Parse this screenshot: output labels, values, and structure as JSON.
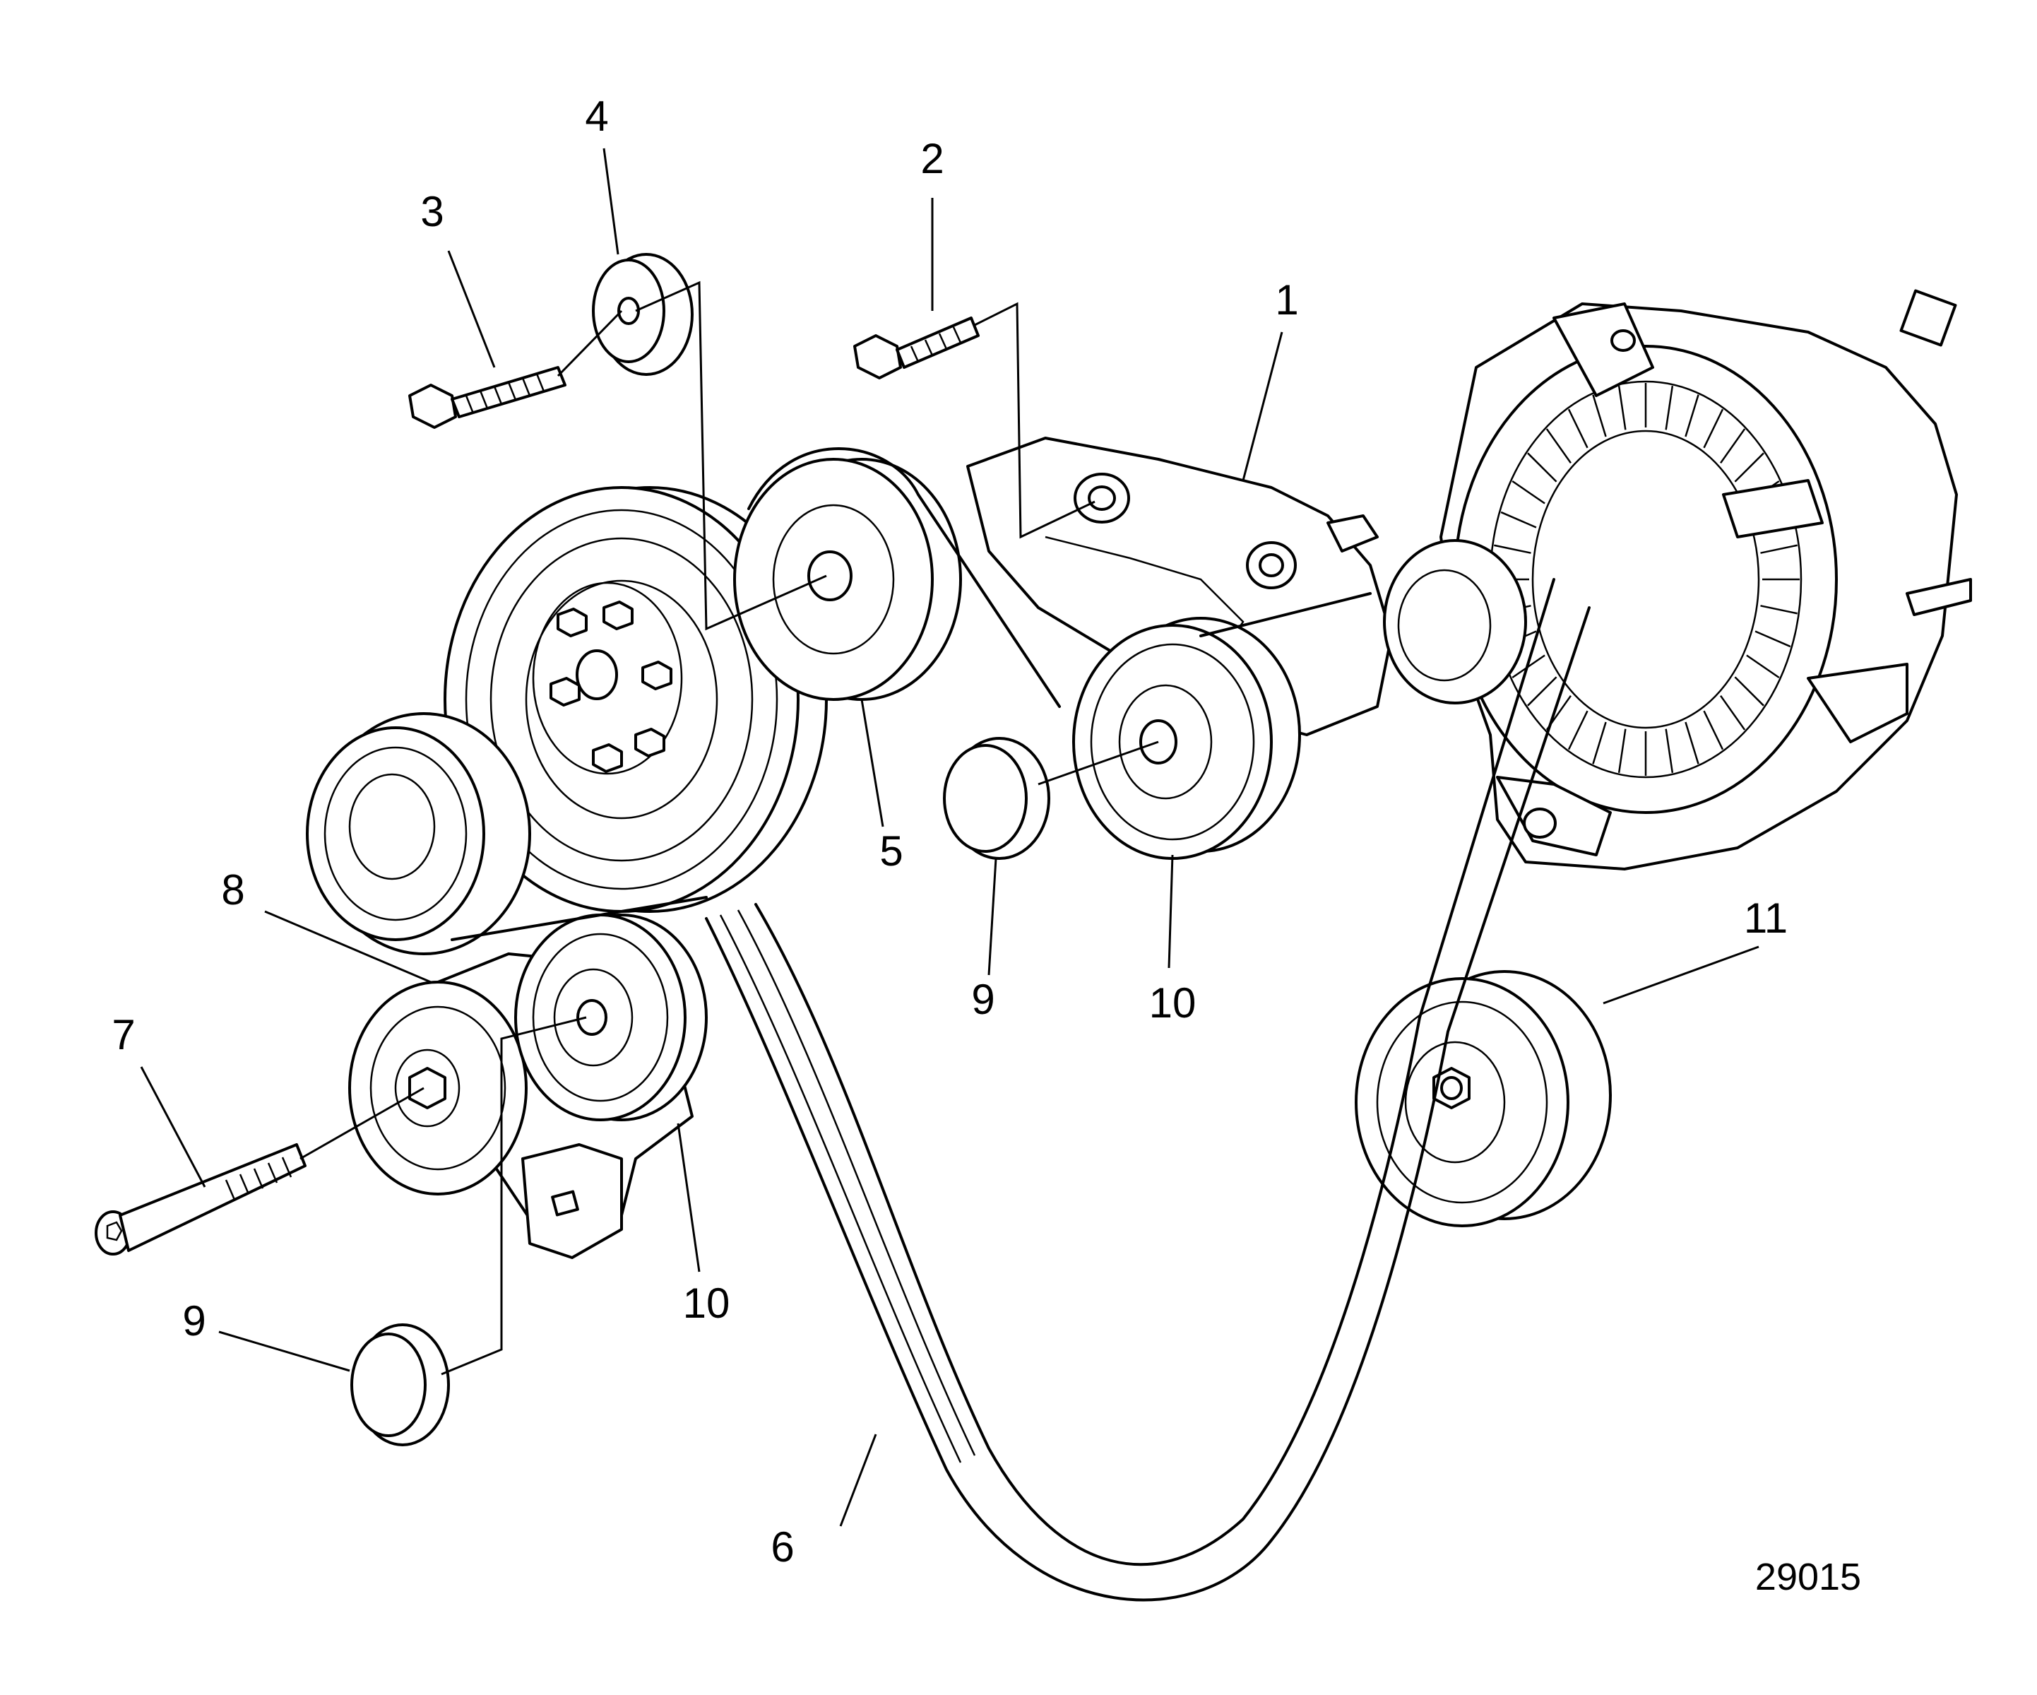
{
  "figure_number": "29015",
  "callouts": [
    {
      "id": "1",
      "text": "1"
    },
    {
      "id": "2",
      "text": "2"
    },
    {
      "id": "3",
      "text": "3"
    },
    {
      "id": "4",
      "text": "4"
    },
    {
      "id": "5",
      "text": "5"
    },
    {
      "id": "6",
      "text": "6"
    },
    {
      "id": "7",
      "text": "7"
    },
    {
      "id": "8",
      "text": "8"
    },
    {
      "id": "9a",
      "text": "9"
    },
    {
      "id": "9b",
      "text": "9"
    },
    {
      "id": "10a",
      "text": "10"
    },
    {
      "id": "10b",
      "text": "10"
    },
    {
      "id": "11",
      "text": "11"
    }
  ],
  "colors": {
    "line": "#000000",
    "background": "#ffffff"
  }
}
